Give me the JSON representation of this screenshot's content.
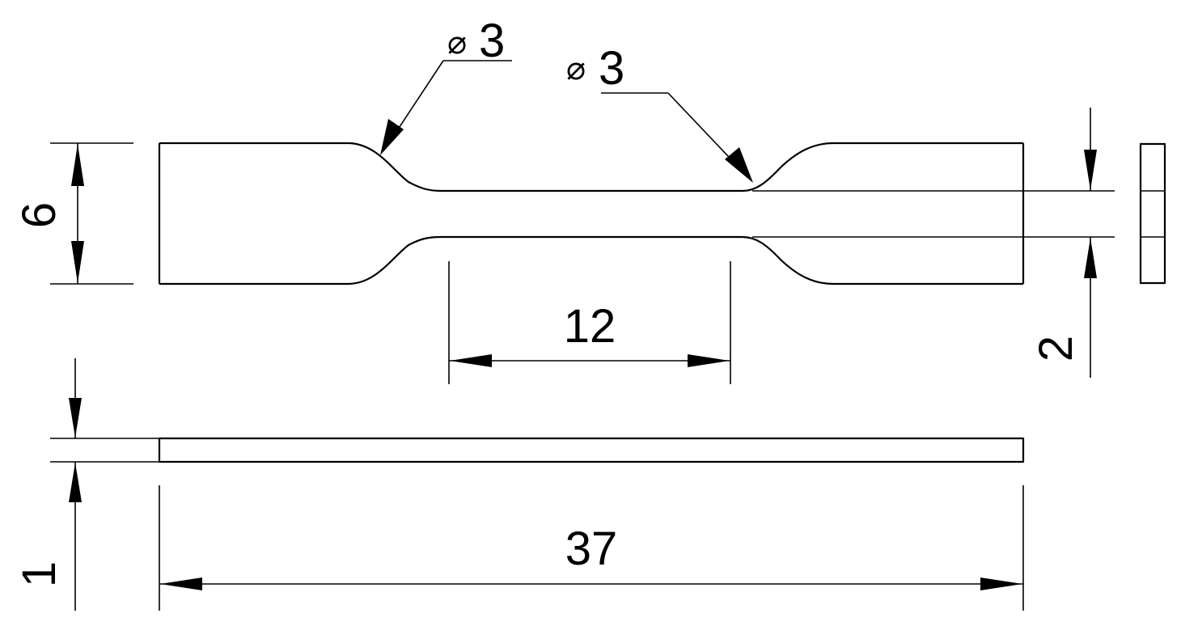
{
  "drawing": {
    "dimensions": {
      "overall_length": "37",
      "gauge_length": "12",
      "grip_width": "6",
      "gauge_width": "2",
      "thickness": "1"
    },
    "fillets": {
      "left": {
        "symbol": "⌀",
        "value": "3"
      },
      "right": {
        "symbol": "⌀",
        "value": "3"
      }
    }
  }
}
